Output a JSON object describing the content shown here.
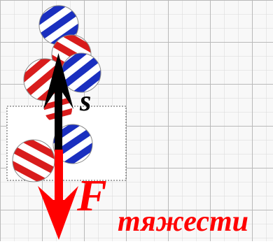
{
  "labels": {
    "displacement_symbol": "s",
    "force_symbol": "F",
    "force_subscript": "тяжести"
  },
  "colors": {
    "background": "#f8f8f8",
    "grid": "#b9b9b9",
    "stripe_red": "#d81c1c",
    "stripe_blue": "#1a2fbf",
    "ball_base": "#ffffff",
    "gravity_arrow": "#ff0000",
    "displacement_arrow": "#000000",
    "label_black": "#000000",
    "label_red": "#ff0000"
  },
  "scene": {
    "description_items": [
      "striped-ball-sequence",
      "displacement-arrow-up",
      "gravity-force-arrow-down"
    ]
  }
}
